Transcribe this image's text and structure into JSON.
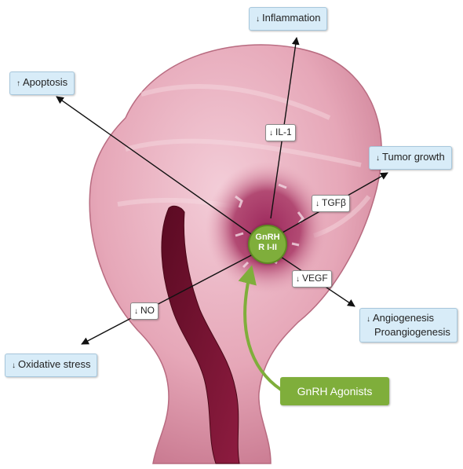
{
  "center": {
    "line1": "GnRH",
    "line2": "R I-II"
  },
  "agonist": {
    "label": "GnRH Agonists"
  },
  "outcomes": {
    "inflammation": {
      "arrow": "↓",
      "label": "Inflammation"
    },
    "apoptosis": {
      "arrow": "↑",
      "label": "Apoptosis"
    },
    "tumor_growth": {
      "arrow": "↓",
      "label": "Tumor growth"
    },
    "angiogenesis": {
      "arrow": "↓",
      "line1": "Angiogenesis",
      "line2": "Proangiogenesis"
    },
    "oxidative_stress": {
      "arrow": "↓",
      "label": "Oxidative stress"
    }
  },
  "mediators": {
    "il1": {
      "arrow": "↓",
      "label": "IL-1"
    },
    "tgfb": {
      "arrow": "↓",
      "label": "TGFβ"
    },
    "vegf": {
      "arrow": "↓",
      "label": "VEGF"
    },
    "no": {
      "arrow": "↓",
      "label": "NO"
    }
  },
  "colors": {
    "uterus": "#e4a2b4",
    "cavity": "#7a1432",
    "lesion": "#a23a63",
    "green": "#7fae3b",
    "box_fill": "#d8ecf8"
  }
}
